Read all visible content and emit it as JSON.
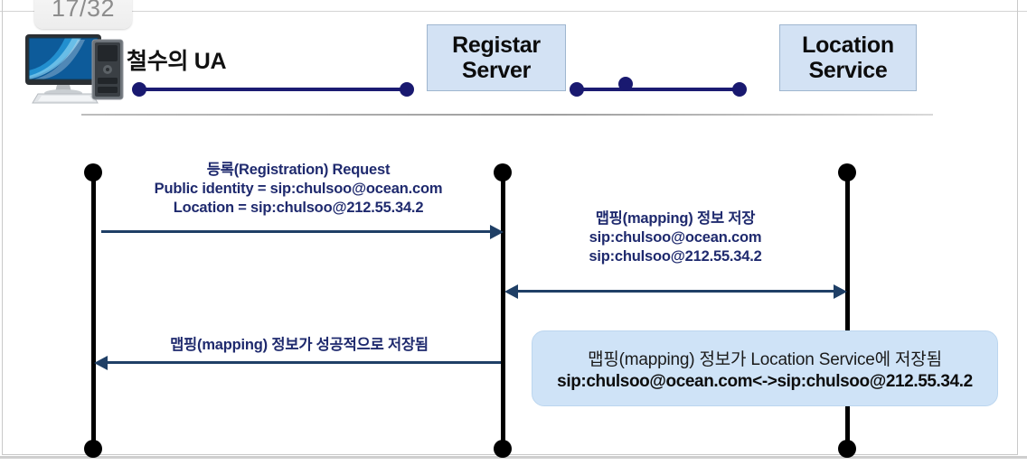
{
  "slide": {
    "counter": "17/32",
    "header": {
      "ua_label": "철수의 UA",
      "pc_icon": "desktop-computer-icon",
      "registrar_line1": "Registar",
      "registrar_line2": "Server",
      "location_line1": "Location",
      "location_line2": "Service"
    },
    "lifelines": [
      {
        "name": "ua-lifeline"
      },
      {
        "name": "registrar-lifeline"
      },
      {
        "name": "location-lifeline"
      }
    ],
    "messages": [
      {
        "id": "registration-request",
        "direction": "right",
        "from": "ua",
        "to": "registrar",
        "lines": [
          "등록(Registration) Request",
          "Public identity = sip:chulsoo@ocean.com",
          "Location = sip:chulsoo@212.55.34.2"
        ]
      },
      {
        "id": "mapping-store",
        "direction": "both",
        "from": "registrar",
        "to": "location",
        "lines": [
          "맵핑(mapping) 정보 저장",
          "sip:chulsoo@ocean.com",
          "sip:chulsoo@212.55.34.2"
        ]
      },
      {
        "id": "mapping-success",
        "direction": "left",
        "from": "registrar",
        "to": "ua",
        "lines": [
          "맵핑(mapping) 정보가 성공적으로 저장됨"
        ]
      }
    ],
    "callout": {
      "line1": "맵핑(mapping) 정보가 Location Service에 저장됨",
      "line2": "sip:chulsoo@ocean.com<->sip:chulsoo@212.55.34.2"
    },
    "colors": {
      "node_fill": "#d3e2f4",
      "connector": "#191970",
      "arrow": "#1f3f66",
      "message_text": "#1f2a6e",
      "callout_fill": "#cfe3f7",
      "lifeline": "#000000"
    }
  }
}
